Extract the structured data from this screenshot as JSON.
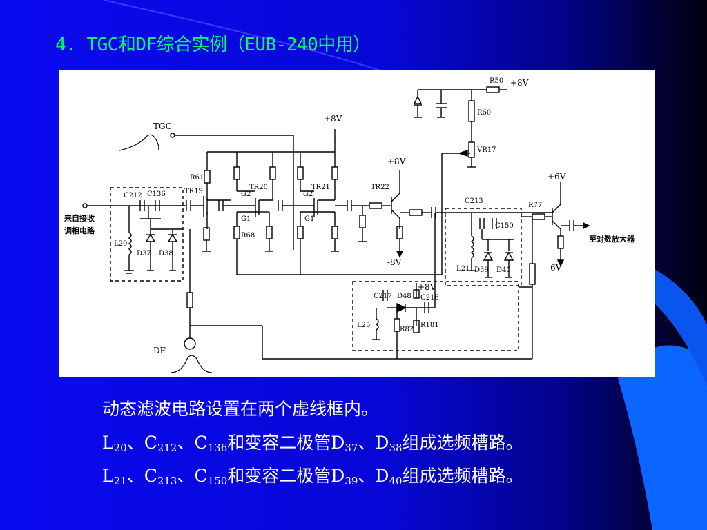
{
  "slide": {
    "title": "4. TGC和DF综合实例（EUB-240中用）"
  },
  "diagram": {
    "labels": {
      "tgc": "TGC",
      "df": "DF",
      "input": [
        "来自接收",
        "调相电路"
      ],
      "output": "至对数放大器",
      "plus8v_a": "+8V",
      "plus8v_b": "+8V",
      "plus8v_c": "+8V",
      "plus8v_d": "+8V",
      "minus8v": "-8V",
      "plus6v": "+6V",
      "minus6v": "-6V",
      "r50": "R50",
      "r60": "R60",
      "vr17": "VR17",
      "r61": "R61",
      "r68": "R68",
      "r77": "R77",
      "r82": "R82",
      "r181": "R181",
      "tr19": "TR19",
      "tr20": "TR20",
      "tr21": "TR21",
      "tr22": "TR22",
      "g2a": "G2",
      "g2b": "G2",
      "g1a": "G1",
      "g1b": "G1",
      "c212": "C212",
      "c136": "C136",
      "c213": "C213",
      "c150": "C150",
      "c217": "C217",
      "c216": "C216",
      "d48": "D48",
      "l20": "L20",
      "l21": "L21",
      "l25": "L25",
      "d37": "D37",
      "d38": "D38",
      "d39": "D39",
      "d40": "D40"
    }
  },
  "captions": {
    "line1": "动态滤波电路设置在两个虚线框内。",
    "line2_parts": [
      "L",
      "20",
      "、C",
      "212",
      "、C",
      "136",
      "和变容二极管D",
      "37",
      "、D",
      "38",
      "组成选频槽路。"
    ],
    "line3_parts": [
      "L",
      "21",
      "、C",
      "213",
      "、C",
      "150",
      "和变容二极管D",
      "39",
      "、D",
      "40",
      "组成选频槽路。"
    ]
  }
}
